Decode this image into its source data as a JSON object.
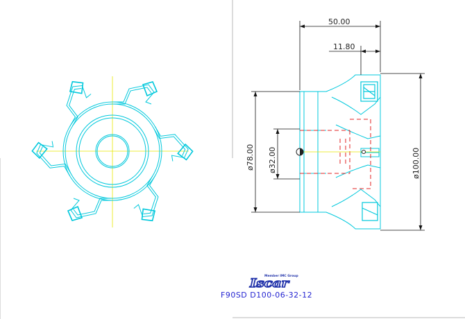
{
  "colors": {
    "geometry": "#00c8dc",
    "centerline": "#e8e800",
    "hidden": "#e02020",
    "dimension": "#111111",
    "border": "#b8b8b8",
    "logo": "#2233aa",
    "caption": "#1f1fd0"
  },
  "dimensions": {
    "overall_length": "50.00",
    "insert_offset": "11.80",
    "body_diameter": "ø78.00",
    "bore_diameter": "ø32.00",
    "cutting_diameter": "ø100.00"
  },
  "logo": {
    "tagline": "Member IMC Group",
    "brand": "Iscar"
  },
  "part_code": "F90SD D100-06-32-12"
}
